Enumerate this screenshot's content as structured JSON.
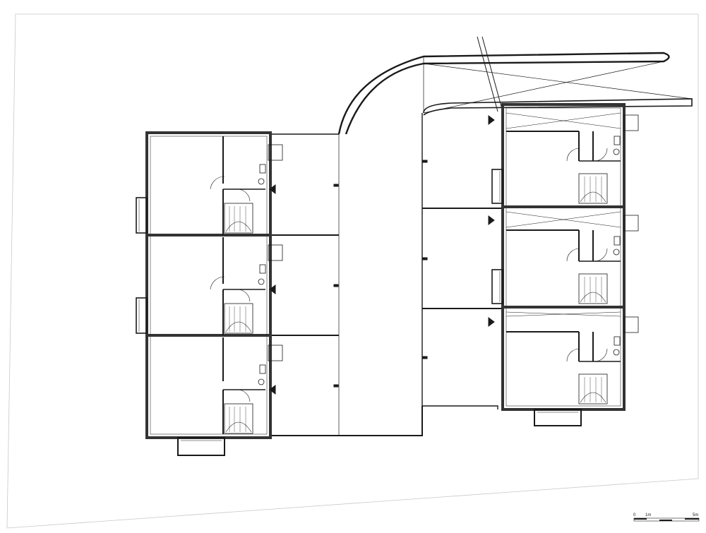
{
  "drawing": {
    "type": "floor-plan",
    "line_color": "#1a1a1a",
    "wall_color": "#333333",
    "background": "#ffffff",
    "units_left_count": 3,
    "units_right_count": 3
  },
  "scale_bar": {
    "label_start": "0",
    "label_mid": "1m",
    "label_end": "5m"
  }
}
